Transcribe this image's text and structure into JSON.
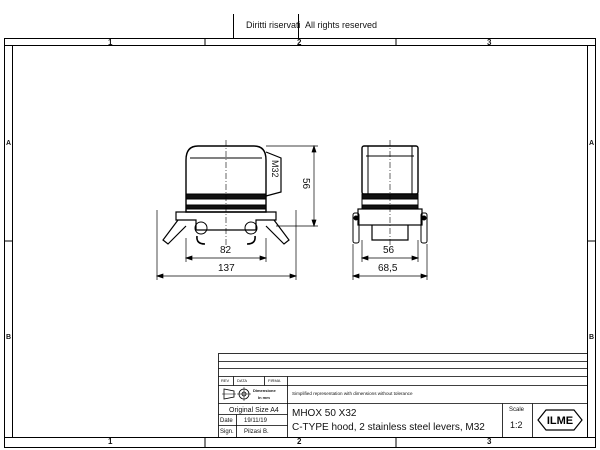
{
  "header": {
    "rights_it": "Diritti riservati",
    "rights_en": "All rights reserved"
  },
  "frame": {
    "columns": [
      "1",
      "2",
      "3"
    ],
    "rows": [
      "A",
      "B"
    ]
  },
  "front_view": {
    "thread": "M32",
    "height": "56",
    "inner_width": "82",
    "outer_width": "137"
  },
  "side_view": {
    "inner_width": "56",
    "outer_width": "68,5"
  },
  "title_block": {
    "rev_label": "REV",
    "date_label": "DATA",
    "signature_label": "FIRMA",
    "dimensions_label_it": "Dimensione",
    "dimensions_label_unit": "In mm",
    "note": "Simplified representation with dimensions without tolerance",
    "original_size": "Original Size A4",
    "date_row_label": "Date",
    "date_value": "19/11/19",
    "sign_row_label": "Sign.",
    "sign_value": "Pilzasi B.",
    "part_number": "MHOX 50 X32",
    "description": "C-TYPE hood, 2 stainless steel levers, M32",
    "scale_label": "Scale",
    "scale_value": "1:2",
    "logo_text": "ILME"
  }
}
